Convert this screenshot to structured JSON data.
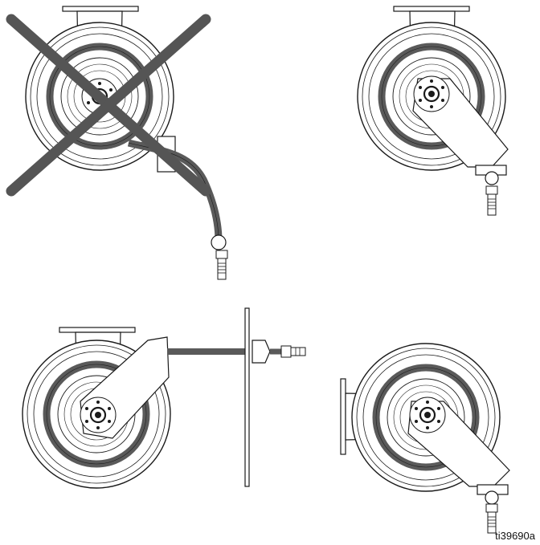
{
  "figure": {
    "reference_code": "ti39690a",
    "colors": {
      "line": "#1a1a1a",
      "hose": "#5a5a5a",
      "fill": "#ffffff",
      "shade": "#e6e6e6",
      "cross": "#555555"
    },
    "views": [
      {
        "id": "incorrect-mounting",
        "status": "not-recommended",
        "mark": "x-cross"
      },
      {
        "id": "wall-mount-hose-down",
        "status": "ok"
      },
      {
        "id": "ceiling-mount-hose-side-through-wall",
        "status": "ok"
      },
      {
        "id": "side-mount-hose-down",
        "status": "ok"
      }
    ]
  }
}
